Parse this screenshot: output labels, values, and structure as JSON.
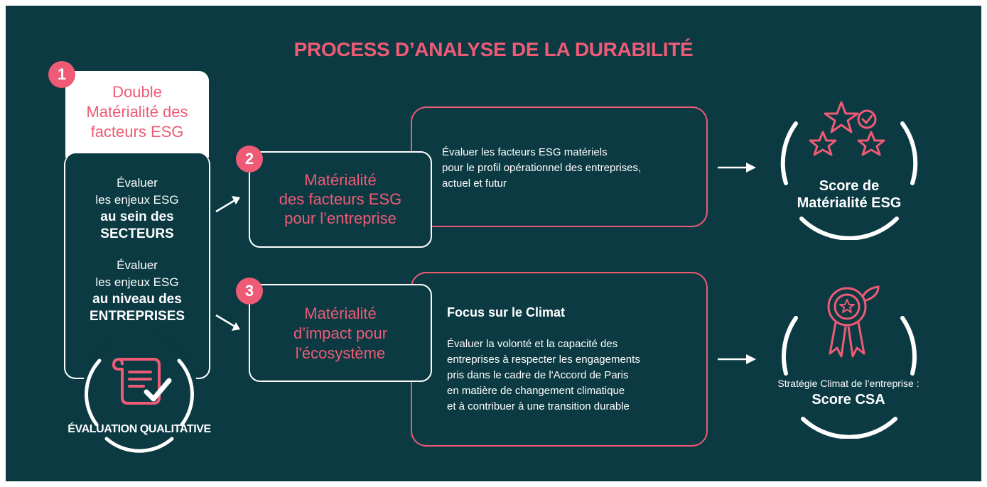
{
  "title": "PROCESS D’ANALYSE DE LA DURABILITÉ",
  "step1": {
    "number": "1",
    "heading": [
      "Double",
      "Matérialité des",
      "facteurs ESG"
    ],
    "block1": [
      "Évaluer",
      "les enjeux ESG",
      "au sein des",
      "SECTEURS"
    ],
    "block2": [
      "Évaluer",
      "les enjeux ESG",
      "au niveau des",
      "ENTREPRISES"
    ],
    "badge": "ÉVALUATION QUALITATIVE"
  },
  "step2": {
    "number": "2",
    "label": [
      "Matérialité",
      "des facteurs ESG",
      "pour l’entreprise"
    ],
    "description": [
      "Évaluer les facteurs ESG matériels",
      "pour le profil opérationnel des entreprises,",
      "actuel et futur"
    ],
    "result": [
      "Score de",
      "Matérialité ESG"
    ]
  },
  "step3": {
    "number": "3",
    "label": [
      "Matérialité",
      "d’impact pour",
      "l'écosystème"
    ],
    "focus_title": "Focus sur le Climat",
    "description": [
      "Évaluer la volonté et la capacité des",
      "entreprises à respecter les engagements",
      "pris dans le cadre de l'Accord de Paris",
      "en matière de changement climatique",
      "et à contribuer à une transition durable"
    ],
    "result_caption": "Stratégie Climat de l’entreprise :",
    "result": "Score CSA"
  },
  "colors": {
    "background": "#0b3a43",
    "accent": "#ef5b75",
    "text": "#ffffff"
  },
  "icons": [
    "scroll-check-icon",
    "stars-check-icon",
    "award-rosette-icon",
    "arrow-right-icon"
  ]
}
